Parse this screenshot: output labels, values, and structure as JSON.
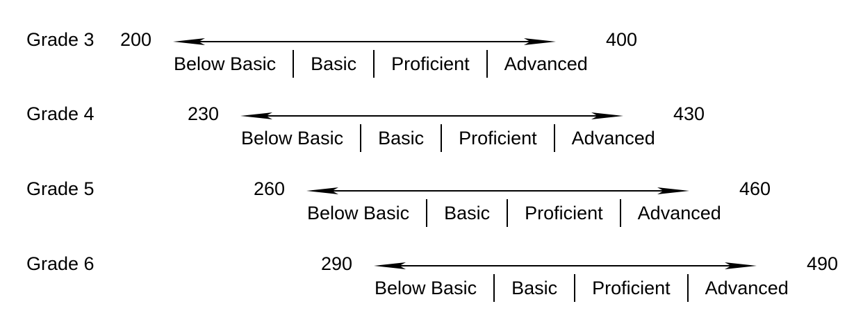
{
  "figure": {
    "performance_levels": [
      "Below Basic",
      "Basic",
      "Proficient",
      "Advanced"
    ],
    "rows": [
      {
        "grade": "Grade 3",
        "scale_min": "200",
        "scale_max": "400"
      },
      {
        "grade": "Grade 4",
        "scale_min": "230",
        "scale_max": "430"
      },
      {
        "grade": "Grade 5",
        "scale_min": "260",
        "scale_max": "460"
      },
      {
        "grade": "Grade 6",
        "scale_min": "290",
        "scale_max": "490"
      }
    ],
    "colors": {
      "text": "#000000",
      "line": "#000000",
      "background": "#ffffff"
    }
  }
}
